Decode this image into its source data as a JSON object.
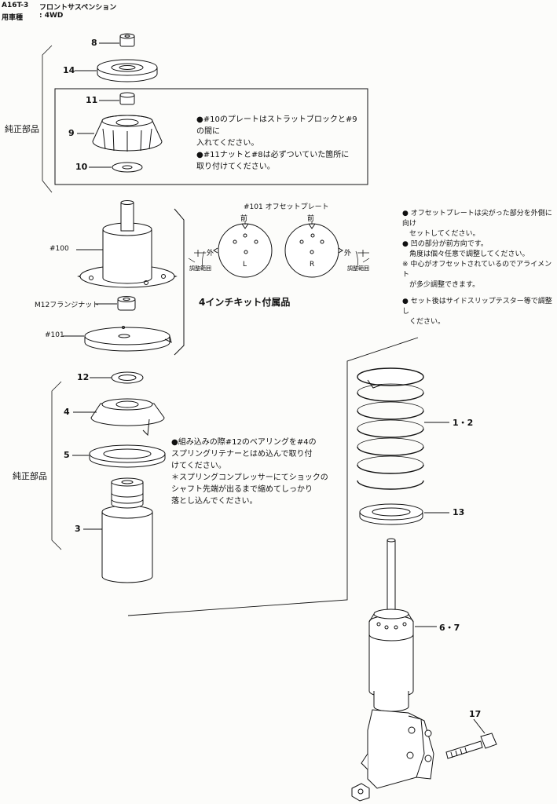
{
  "header": {
    "code": "A16T-3",
    "title": "フロントサスペンション",
    "vehicle_label": "用車種",
    "vehicle_value": ": 4WD"
  },
  "group_labels": {
    "upper_oem": "純正部品",
    "lower_oem": "純正部品"
  },
  "part_labels": {
    "p8": "8",
    "p14": "14",
    "p11": "11",
    "p9": "9",
    "p10": "10",
    "p100": "#100",
    "m12": "M12フランジナット",
    "p101": "#101",
    "p12": "12",
    "p4": "4",
    "p5": "5",
    "p3": "3",
    "p1_2": "1・2",
    "p13": "13",
    "p6_7": "6・7",
    "p17": "17"
  },
  "notes": {
    "box1": [
      "●#10のプレートはストラットブロックと#9の間に",
      "入れてください。",
      "●#11ナットと#8は必ずついていた箇所に",
      "取り付けてください。"
    ],
    "kit_title": "4インチキット付属品",
    "offset_title": "#101 オフセットプレート",
    "front": "前",
    "outer": "外",
    "adjust": "調整範囲",
    "left_mark": "L",
    "right_mark": "R",
    "offset_notes": [
      "● オフセットプレートは尖がった部分を外側に向け",
      "　セットしてください。",
      "● 凹の部分が前方向です。",
      "　角度は個々任意で調整してください。",
      "※ 中心がオフセットされているのでアライメント",
      "　が多少調整できます。",
      "",
      "● セット後はサイドスリップテスター等で調整し",
      "　ください。"
    ],
    "spring_notes": [
      "●組み込みの際#12のベアリングを#4の",
      "スプリングリテナーとはめ込んで取り付",
      "けてください。",
      "＊スプリングコンプレッサーにてショックの",
      "シャフト先端が出るまで縮めてしっかり",
      "落とし込んでください。"
    ]
  }
}
